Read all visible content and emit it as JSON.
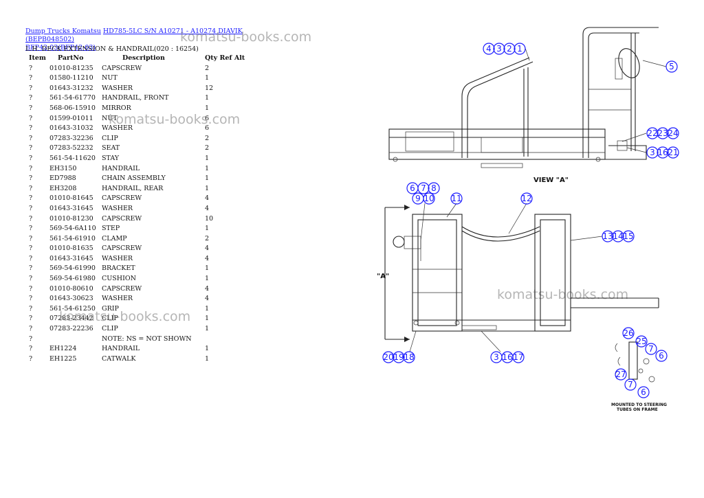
{
  "breadcrumb": {
    "brand": "Dump Trucks Komatsu",
    "model": "HD785-5LC S/N A10271 - A10274 DIAVIK (BEPB048502)",
    "group": "BFP42-03(BFP42-03)"
  },
  "subtitle": "L.H. DECK EXTENSION & HANDRAIL(020 : 16254)",
  "table": {
    "headers": {
      "item": "Item",
      "part": "PartNo",
      "desc": "Description",
      "qty": "Qty Ref Alt"
    },
    "rows": [
      {
        "item": "?",
        "part": "01010-81235",
        "desc": "CAPSCREW",
        "qty": "2"
      },
      {
        "item": "?",
        "part": "01580-11210",
        "desc": "NUT",
        "qty": "1"
      },
      {
        "item": "?",
        "part": "01643-31232",
        "desc": "WASHER",
        "qty": "12"
      },
      {
        "item": "?",
        "part": "561-54-61770",
        "desc": "HANDRAIL, FRONT",
        "qty": "1"
      },
      {
        "item": "?",
        "part": "568-06-15910",
        "desc": "MIRROR",
        "qty": "1"
      },
      {
        "item": "?",
        "part": "01599-01011",
        "desc": "NUT",
        "qty": "6"
      },
      {
        "item": "?",
        "part": "01643-31032",
        "desc": "WASHER",
        "qty": "6"
      },
      {
        "item": "?",
        "part": "07283-32236",
        "desc": "CLIP",
        "qty": "2"
      },
      {
        "item": "?",
        "part": "07283-52232",
        "desc": "SEAT",
        "qty": "2"
      },
      {
        "item": "?",
        "part": "561-54-11620",
        "desc": "STAY",
        "qty": "1"
      },
      {
        "item": "?",
        "part": "EH3150",
        "desc": "HANDRAIL",
        "qty": "1"
      },
      {
        "item": "?",
        "part": "ED7988",
        "desc": "CHAIN ASSEMBLY",
        "qty": "1"
      },
      {
        "item": "?",
        "part": "EH3208",
        "desc": "HANDRAIL, REAR",
        "qty": "1"
      },
      {
        "item": "?",
        "part": "01010-81645",
        "desc": "CAPSCREW",
        "qty": "4"
      },
      {
        "item": "?",
        "part": "01643-31645",
        "desc": "WASHER",
        "qty": "4"
      },
      {
        "item": "?",
        "part": "01010-81230",
        "desc": "CAPSCREW",
        "qty": "10"
      },
      {
        "item": "?",
        "part": "569-54-6A110",
        "desc": "STEP",
        "qty": "1"
      },
      {
        "item": "?",
        "part": "561-54-61910",
        "desc": "CLAMP",
        "qty": "2"
      },
      {
        "item": "?",
        "part": "01010-81635",
        "desc": "CAPSCREW",
        "qty": "4"
      },
      {
        "item": "?",
        "part": "01643-31645",
        "desc": "WASHER",
        "qty": "4"
      },
      {
        "item": "?",
        "part": "569-54-61990",
        "desc": "BRACKET",
        "qty": "1"
      },
      {
        "item": "?",
        "part": "569-54-61980",
        "desc": "CUSHION",
        "qty": "1"
      },
      {
        "item": "?",
        "part": "01010-80610",
        "desc": "CAPSCREW",
        "qty": "4"
      },
      {
        "item": "?",
        "part": "01643-30623",
        "desc": "WASHER",
        "qty": "4"
      },
      {
        "item": "?",
        "part": "561-54-61250",
        "desc": "GRIP",
        "qty": "1"
      },
      {
        "item": "?",
        "part": "07283-23442",
        "desc": "CLIP",
        "qty": "1"
      },
      {
        "item": "?",
        "part": "07283-22236",
        "desc": "CLIP",
        "qty": "1"
      },
      {
        "item": "?",
        "part": "",
        "desc": "NOTE: NS = NOT SHOWN",
        "qty": ""
      },
      {
        "item": "?",
        "part": "EH1224",
        "desc": "HANDRAIL",
        "qty": "1"
      },
      {
        "item": "?",
        "part": "EH1225",
        "desc": "CATWALK",
        "qty": "1"
      }
    ]
  },
  "watermark": "komatsu-books.com",
  "diagram": {
    "view_label": "VIEW \"A\"",
    "a_label": "\"A\"",
    "mount_note_line1": "MOUNTED TO STEERING",
    "mount_note_line2": "TUBES ON FRAME",
    "callouts": {
      "c1": "4",
      "c2": "3",
      "c3": "2",
      "c4": "1",
      "c5": "5",
      "c6": "22",
      "c7": "23",
      "c8": "24",
      "c9": "3",
      "c10": "16",
      "c11": "21",
      "c12": "6",
      "c13": "7",
      "c14": "8",
      "c15": "9",
      "c16": "10",
      "c17": "11",
      "c18": "12",
      "c19": "13",
      "c20": "14",
      "c21": "15",
      "c22": "20",
      "c23": "19",
      "c24": "18",
      "c25": "3",
      "c26": "16",
      "c27": "17",
      "c28": "26",
      "c29": "25",
      "c30": "7",
      "c31": "6",
      "c32": "27",
      "c33": "7",
      "c34": "6"
    }
  }
}
